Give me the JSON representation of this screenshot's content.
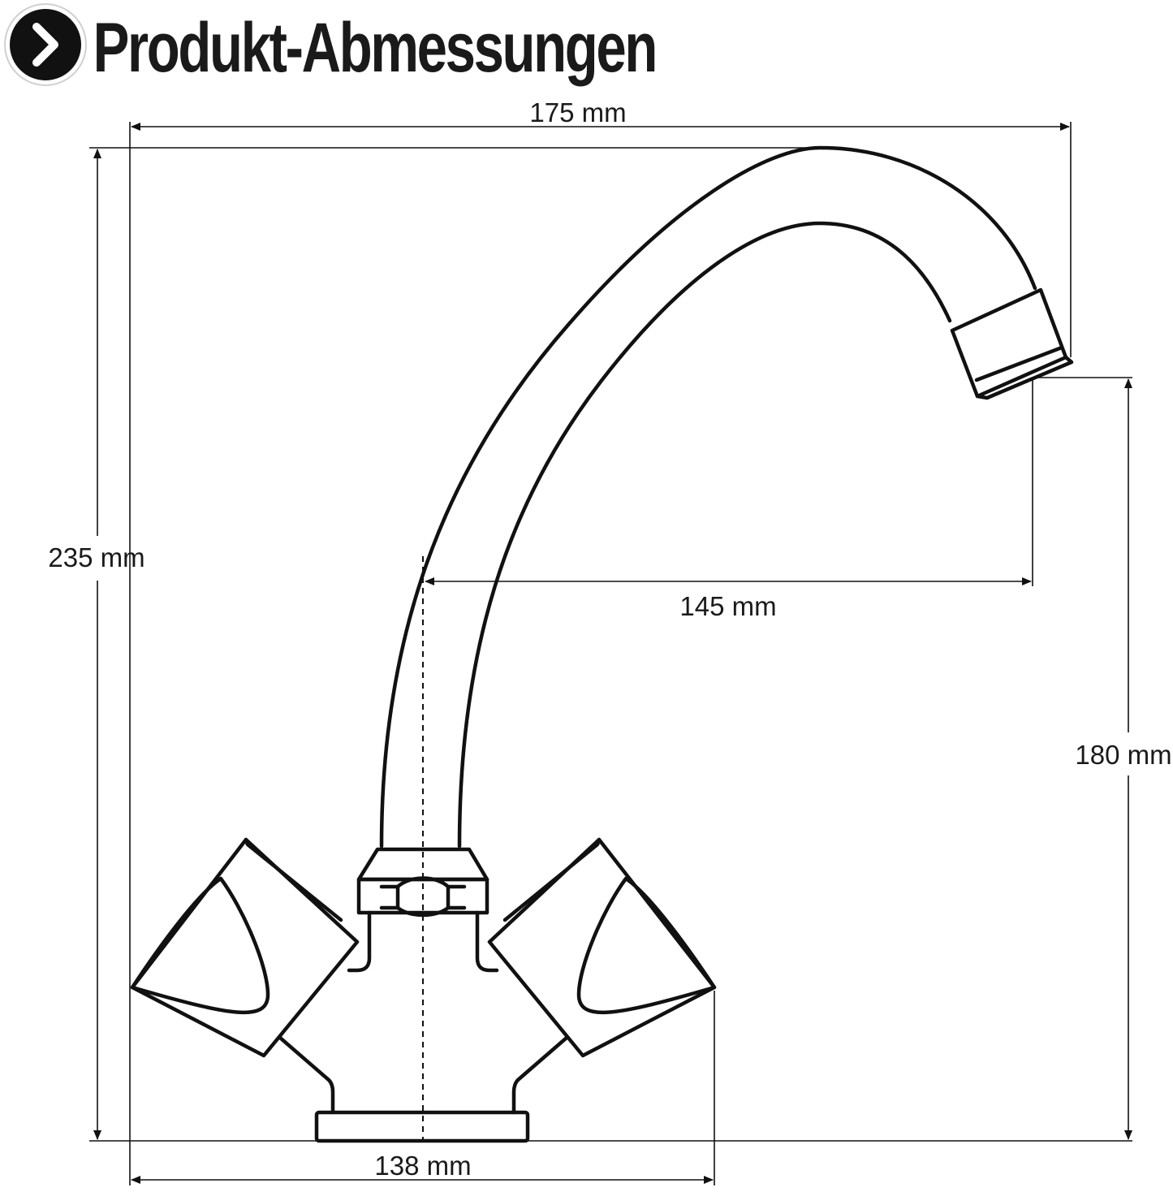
{
  "header": {
    "title": "Produkt-Abmessungen",
    "icon": "chevron-right-circle-icon"
  },
  "dimensions": {
    "total_width": "175 mm",
    "total_height": "235 mm",
    "spout_reach": "145 mm",
    "spout_height": "180 mm",
    "base_width": "138 mm"
  },
  "colors": {
    "line": "#111111",
    "background": "#ffffff"
  }
}
